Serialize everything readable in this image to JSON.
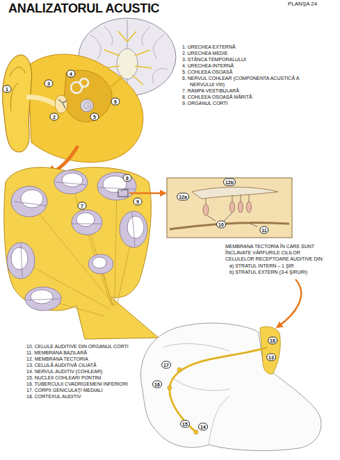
{
  "diagram": {
    "title": "ANALIZATORUL ACUSTIC",
    "labels": [
      "PLANŞA 24",
      "1. URECHEA EXTERNĂ",
      "2. URECHEA MEDIE",
      "3. STÂNCA TEMPORALULUI",
      "4. URECHEA INTERNĂ",
      "5. COHLEEA OSOASĂ",
      "6. NERVUL COHLEAR (COMPONENTA ACUSTICĂ A NERVULUI VIII)",
      "7. RAMPA VESTIBULARĂ",
      "8. COHLEEA OSOASĂ MĂRITĂ",
      "9. ORGANUL CORTI",
      "MEMBRANA TECTORIA ÎN CARE SUNT ÎNCLAVATE VÂRFURILE CILILOR CELULELOR RECEPTOARE AUDITIVE DIN:",
      "a) STRATUL INTERN – 1 ŞIR",
      "b) STRATUL EXTERN (3-4 ŞIRURI)",
      "10. CELULE AUDITIVE DIN ORGANUL CORTI",
      "11. MEMBRANA BAZILARĂ",
      "12. MEMBRANA TECTORIA",
      "13. CELULĂ AUDITIVĂ CILIATĂ",
      "14. NERVUL AUDITIV (COHLEAR)",
      "15. NUCLEII COHLEARI PONTINI",
      "16. TUBERCULII CVADRIGEMENI INFERIORI",
      "17. CORPII GENICULAŢI MEDIALI",
      "18. CORTEXUL AUDITIV",
      "1",
      "2",
      "3",
      "4",
      "5",
      "6",
      "7",
      "8",
      "9",
      "12a",
      "12b",
      "10",
      "11",
      "18",
      "13",
      "17",
      "16",
      "15",
      "14"
    ]
  }
}
